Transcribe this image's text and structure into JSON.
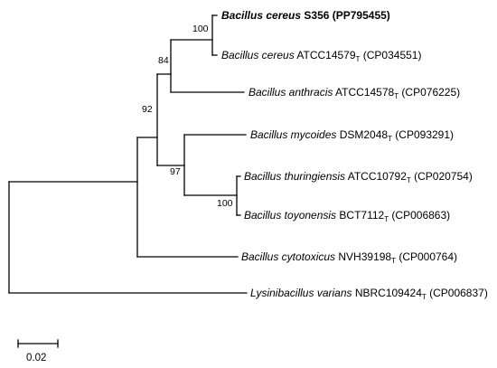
{
  "taxa": [
    {
      "species": "Bacillus cereus",
      "strain": " S356",
      "type_mark": "",
      "accession": " (PP795455)",
      "bold": true
    },
    {
      "species": "Bacillus cereus",
      "strain": " ATCC14579",
      "type_mark": "T",
      "accession": " (CP034551)",
      "bold": false
    },
    {
      "species": "Bacillus anthracis",
      "strain": " ATCC14578",
      "type_mark": "T",
      "accession": " (CP076225)",
      "bold": false
    },
    {
      "species": "Bacillus mycoides",
      "strain": " DSM2048",
      "type_mark": "T",
      "accession": " (CP093291)",
      "bold": false
    },
    {
      "species": "Bacillus thuringiensis",
      "strain": " ATCC10792",
      "type_mark": "T",
      "accession": " (CP020754)",
      "bold": false
    },
    {
      "species": "Bacillus toyonensis",
      "strain": " BCT7112",
      "type_mark": "T",
      "accession": " (CP006863)",
      "bold": false
    },
    {
      "species": "Bacillus cytotoxicus",
      "strain": " NVH39198",
      "type_mark": "T",
      "accession": " (CP000764)",
      "bold": false
    },
    {
      "species": "Lysinibacillus varians",
      "strain": " NBRC109424",
      "type_mark": "T",
      "accession": " (CP006837)",
      "bold": false
    }
  ],
  "bootstrap_values": {
    "cereus_pair": "100",
    "anthracis_group": "84",
    "ingroup_core": "92",
    "mycoides_group": "97",
    "thuringiensis_pair": "100"
  },
  "scale_bar": {
    "label": "0.02",
    "length": 0.02
  }
}
